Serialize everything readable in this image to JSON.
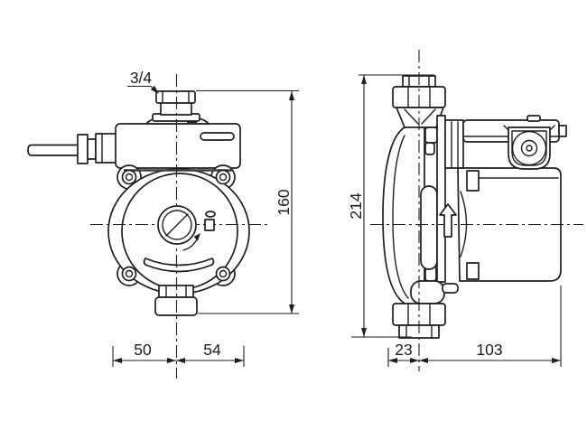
{
  "drawing": {
    "title": "pump-dimensional-drawing",
    "labels": {
      "connection_size": "3/4",
      "front_height": "160",
      "side_height": "214",
      "front_width_left": "50",
      "front_width_right": "54",
      "side_depth_left": "23",
      "side_depth_right": "103"
    },
    "colors": {
      "line": "#1e1e1e",
      "background": "#ffffff"
    }
  }
}
